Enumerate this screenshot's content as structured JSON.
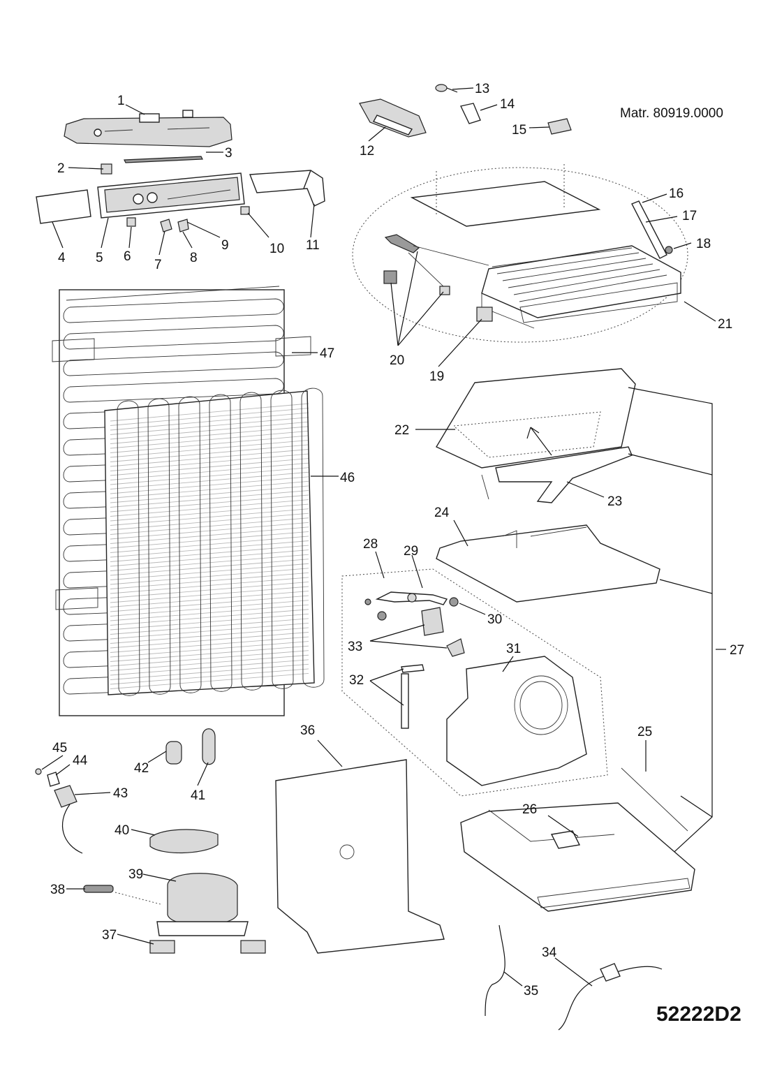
{
  "material_number": "Matr. 80919.0000",
  "drawing_code": "52222D2",
  "callouts": [
    {
      "id": "1",
      "label": "1"
    },
    {
      "id": "2",
      "label": "2"
    },
    {
      "id": "3",
      "label": "3"
    },
    {
      "id": "4",
      "label": "4"
    },
    {
      "id": "5",
      "label": "5"
    },
    {
      "id": "6",
      "label": "6"
    },
    {
      "id": "7",
      "label": "7"
    },
    {
      "id": "8",
      "label": "8"
    },
    {
      "id": "9",
      "label": "9"
    },
    {
      "id": "10",
      "label": "10"
    },
    {
      "id": "11",
      "label": "11"
    },
    {
      "id": "12",
      "label": "12"
    },
    {
      "id": "13",
      "label": "13"
    },
    {
      "id": "14",
      "label": "14"
    },
    {
      "id": "15",
      "label": "15"
    },
    {
      "id": "16",
      "label": "16"
    },
    {
      "id": "17",
      "label": "17"
    },
    {
      "id": "18",
      "label": "18"
    },
    {
      "id": "19",
      "label": "19"
    },
    {
      "id": "20",
      "label": "20"
    },
    {
      "id": "21",
      "label": "21"
    },
    {
      "id": "22",
      "label": "22"
    },
    {
      "id": "23",
      "label": "23"
    },
    {
      "id": "24",
      "label": "24"
    },
    {
      "id": "25",
      "label": "25"
    },
    {
      "id": "26",
      "label": "26"
    },
    {
      "id": "27",
      "label": "27"
    },
    {
      "id": "28",
      "label": "28"
    },
    {
      "id": "29",
      "label": "29"
    },
    {
      "id": "30",
      "label": "30"
    },
    {
      "id": "31",
      "label": "31"
    },
    {
      "id": "32",
      "label": "32"
    },
    {
      "id": "33",
      "label": "33"
    },
    {
      "id": "34",
      "label": "34"
    },
    {
      "id": "35",
      "label": "35"
    },
    {
      "id": "36",
      "label": "36"
    },
    {
      "id": "37",
      "label": "37"
    },
    {
      "id": "38",
      "label": "38"
    },
    {
      "id": "39",
      "label": "39"
    },
    {
      "id": "40",
      "label": "40"
    },
    {
      "id": "41",
      "label": "41"
    },
    {
      "id": "42",
      "label": "42"
    },
    {
      "id": "43",
      "label": "43"
    },
    {
      "id": "44",
      "label": "44"
    },
    {
      "id": "45",
      "label": "45"
    },
    {
      "id": "46",
      "label": "46"
    },
    {
      "id": "47",
      "label": "47"
    }
  ]
}
